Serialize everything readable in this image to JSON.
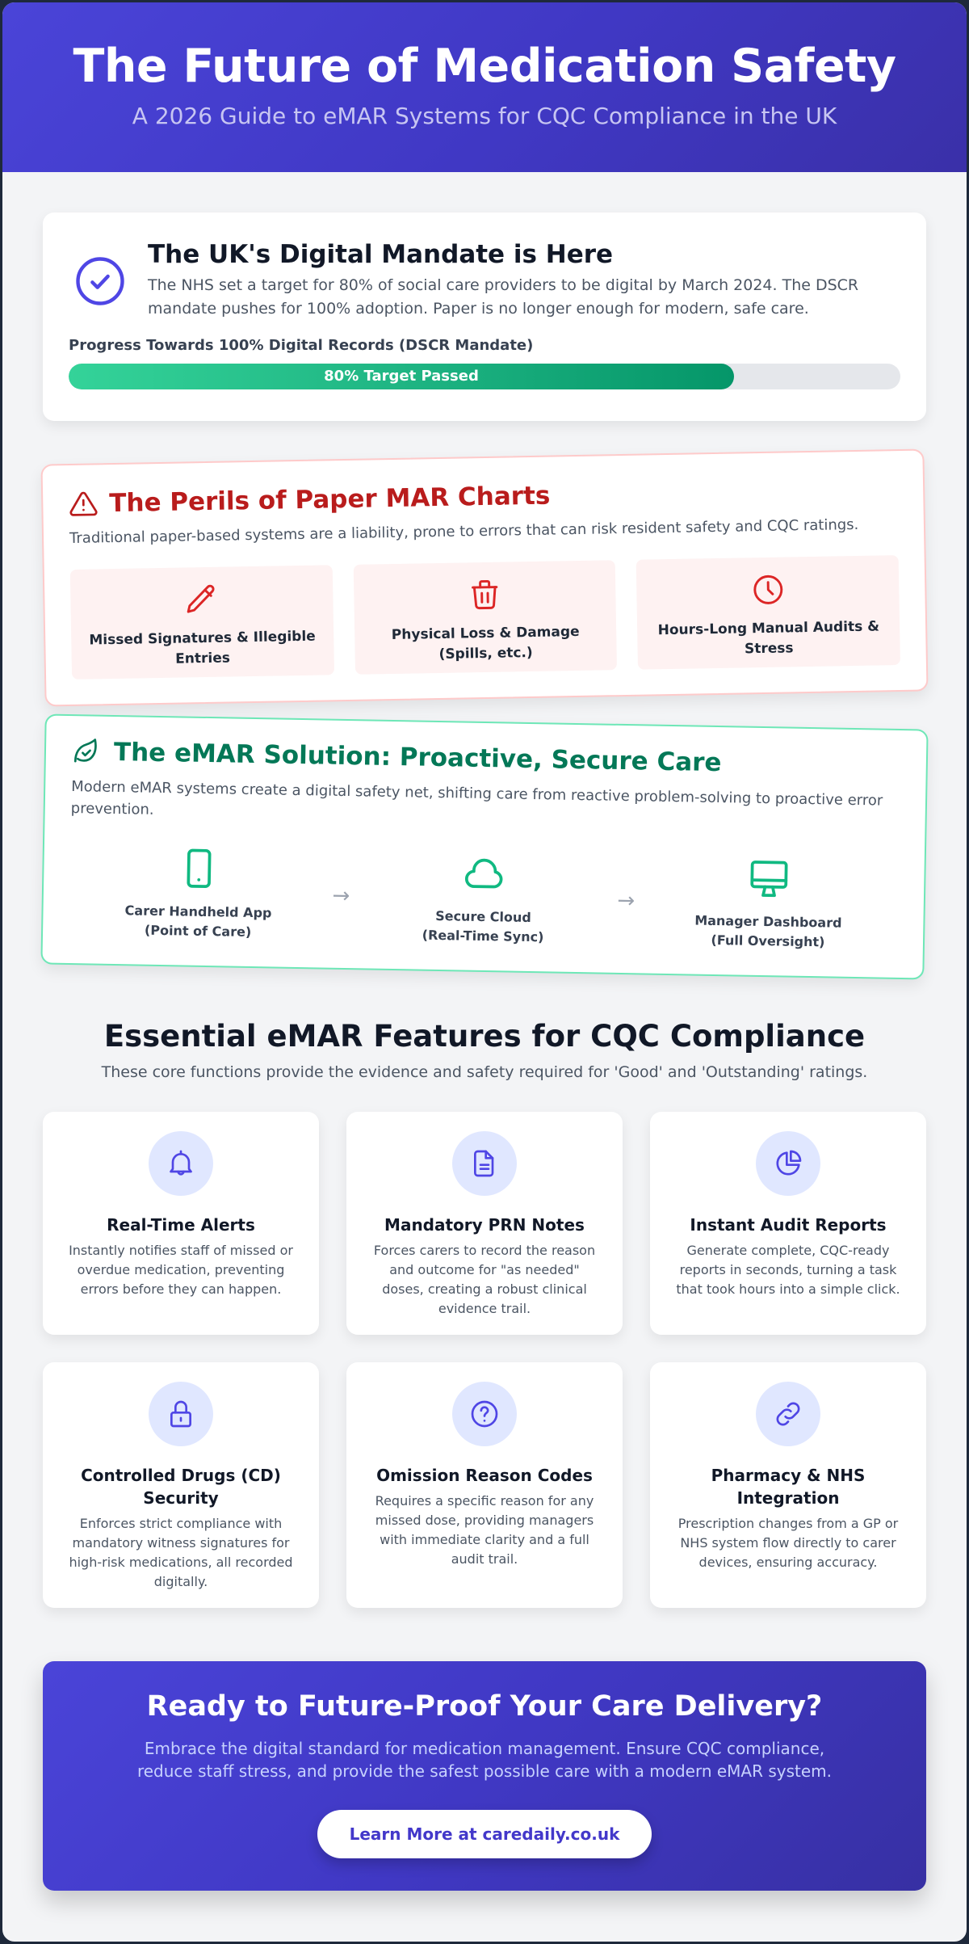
{
  "hero": {
    "title": "The Future of Medication Safety",
    "subtitle": "A 2026 Guide to eMAR Systems for CQC Compliance in the UK"
  },
  "mandate": {
    "icon": "check-circle-icon",
    "title": "The UK's Digital Mandate is Here",
    "description": "The NHS set a target for 80% of social care providers to be digital by March 2024. The DSCR mandate pushes for 100% adoption. Paper is no longer enough for modern, safe care.",
    "progress_label": "Progress Towards 100% Digital Records (DSCR Mandate)",
    "progress_percent": 80,
    "progress_text": "80% Target Passed"
  },
  "perils": {
    "icon": "warning-triangle-icon",
    "title": "The Perils of Paper MAR Charts",
    "description": "Traditional paper-based systems are a liability, prone to errors that can risk resident safety and CQC ratings.",
    "items": [
      {
        "icon": "pencil-icon",
        "label": "Missed Signatures & Illegible Entries"
      },
      {
        "icon": "trash-icon",
        "label": "Physical Loss & Damage (Spills, etc.)"
      },
      {
        "icon": "clock-icon",
        "label": "Hours-Long Manual Audits & Stress"
      }
    ]
  },
  "solution": {
    "icon": "shield-check-icon",
    "title": "The eMAR Solution: Proactive, Secure Care",
    "description": "Modern eMAR systems create a digital safety net, shifting care from reactive problem-solving to proactive error prevention.",
    "flow": [
      {
        "icon": "mobile-device-icon",
        "line1": "Carer Handheld App",
        "line2": "(Point of Care)"
      },
      {
        "icon": "cloud-icon",
        "line1": "Secure Cloud",
        "line2": "(Real-Time Sync)"
      },
      {
        "icon": "desktop-monitor-icon",
        "line1": "Manager Dashboard",
        "line2": "(Full Oversight)"
      }
    ],
    "arrow": "→"
  },
  "features": {
    "title": "Essential eMAR Features for CQC Compliance",
    "subtitle": "These core functions provide the evidence and safety required for 'Good' and 'Outstanding' ratings.",
    "items": [
      {
        "icon": "bell-icon",
        "title": "Real-Time Alerts",
        "description": "Instantly notifies staff of missed or overdue medication, preventing errors before they can happen."
      },
      {
        "icon": "document-icon",
        "title": "Mandatory PRN Notes",
        "description": "Forces carers to record the reason and outcome for \"as needed\" doses, creating a robust clinical evidence trail."
      },
      {
        "icon": "pie-chart-icon",
        "title": "Instant Audit Reports",
        "description": "Generate complete, CQC-ready reports in seconds, turning a task that took hours into a simple click."
      },
      {
        "icon": "lock-icon",
        "title": "Controlled Drugs (CD) Security",
        "description": "Enforces strict compliance with mandatory witness signatures for high-risk medications, all recorded digitally."
      },
      {
        "icon": "question-circle-icon",
        "title": "Omission Reason Codes",
        "description": "Requires a specific reason for any missed dose, providing managers with immediate clarity and a full audit trail."
      },
      {
        "icon": "link-icon",
        "title": "Pharmacy & NHS Integration",
        "description": "Prescription changes from a GP or NHS system flow directly to carer devices, ensuring accuracy."
      }
    ]
  },
  "cta": {
    "title": "Ready to Future-Proof Your Care Delivery?",
    "description": "Embrace the digital standard for medication management. Ensure CQC compliance, reduce staff stress, and provide the safest possible care with a modern eMAR system.",
    "button_label": "Learn More at caredaily.co.uk"
  },
  "colors": {
    "brand_indigo": "#4338ca",
    "danger_red": "#b91c1c",
    "success_green": "#047857",
    "progress_green": "#10b981",
    "background": "#f3f4f6"
  }
}
